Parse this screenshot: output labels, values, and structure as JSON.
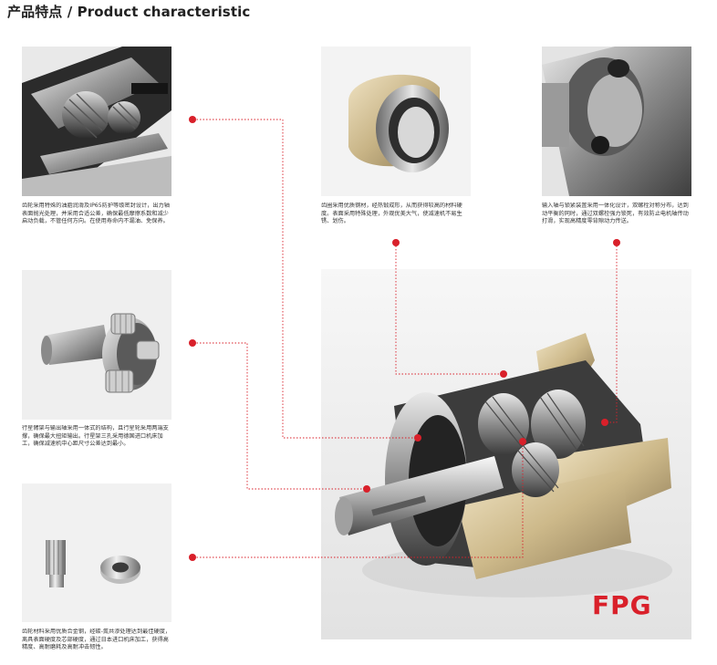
{
  "header": {
    "title": "产品特点 / Product characteristic"
  },
  "features": [
    {
      "id": "lubrication",
      "text": "齿轮采用特殊的油脂润滑及IP65防护等级密封设计，出力轴表面抛光处理，并采用合适公差，确保最低摩擦系数和减少启动负载，不管任何方向。在使用寿命内不漏油、免保养。"
    },
    {
      "id": "planet-carrier",
      "text": "行星臂架与输出轴采用一体式的结构，且行星轮采用两端支撑，确保最大扭矩输出。行星架三孔采用德国进口机床加工，确保减速机中心距尺寸公差达到最小。"
    },
    {
      "id": "gear-material",
      "text": "齿轮材料采用优质合金钢，经碳-氮共渗处理达到最佳硬度，离具表面硬度及芯部硬度，通过日本进口机床加工，获得高精度、高耐磨耗及高耐冲击韧性。"
    },
    {
      "id": "ring-gear",
      "text": "齿圈采用优质钢材，经热锻成形，从而获得较高的材料硬度。表面采用特殊处理，外观优美大气，使减速机不易生锈、划伤。"
    },
    {
      "id": "input-clamp",
      "text": "输入轴与锁紧装置采用一体化设计，双螺栓对称分布，达到动平衡的同时，通过双螺栓强力锁死，有效防止电机轴传动打滑，实现高精度零背隙动力传送。"
    }
  ],
  "brand": {
    "logo_text": "FPG",
    "accent_color": "#d9202a"
  }
}
